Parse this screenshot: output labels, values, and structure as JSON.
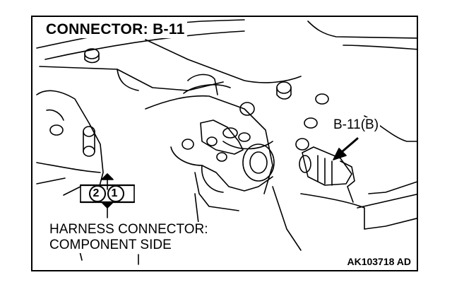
{
  "diagram": {
    "title": "CONNECTOR: B-11",
    "callout_label": "B-11(B)",
    "harness_label_line1": "HARNESS CONNECTOR:",
    "harness_label_line2": "COMPONENT SIDE",
    "pin_numbers": [
      "2",
      "1"
    ],
    "figure_code": "AK103718 AD"
  }
}
